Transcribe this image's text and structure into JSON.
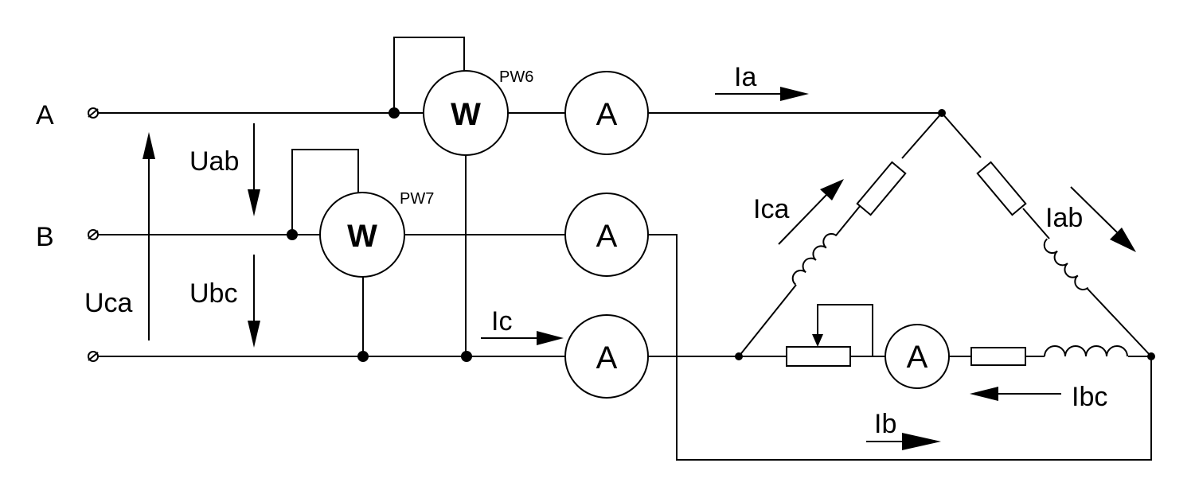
{
  "terminals": {
    "a": "A",
    "b": "B"
  },
  "voltages": {
    "uab": "Uab",
    "ubc": "Ubc",
    "uca": "Uca"
  },
  "wattmeters": {
    "pw6": {
      "tag": "PW6",
      "letter": "W"
    },
    "pw7": {
      "tag": "PW7",
      "letter": "W"
    }
  },
  "ammeter_letter": "A",
  "currents": {
    "ia": "Ia",
    "ib": "Ib",
    "ic": "Ic",
    "iab": "Iab",
    "ibc": "Ibc",
    "ica": "Ica"
  }
}
